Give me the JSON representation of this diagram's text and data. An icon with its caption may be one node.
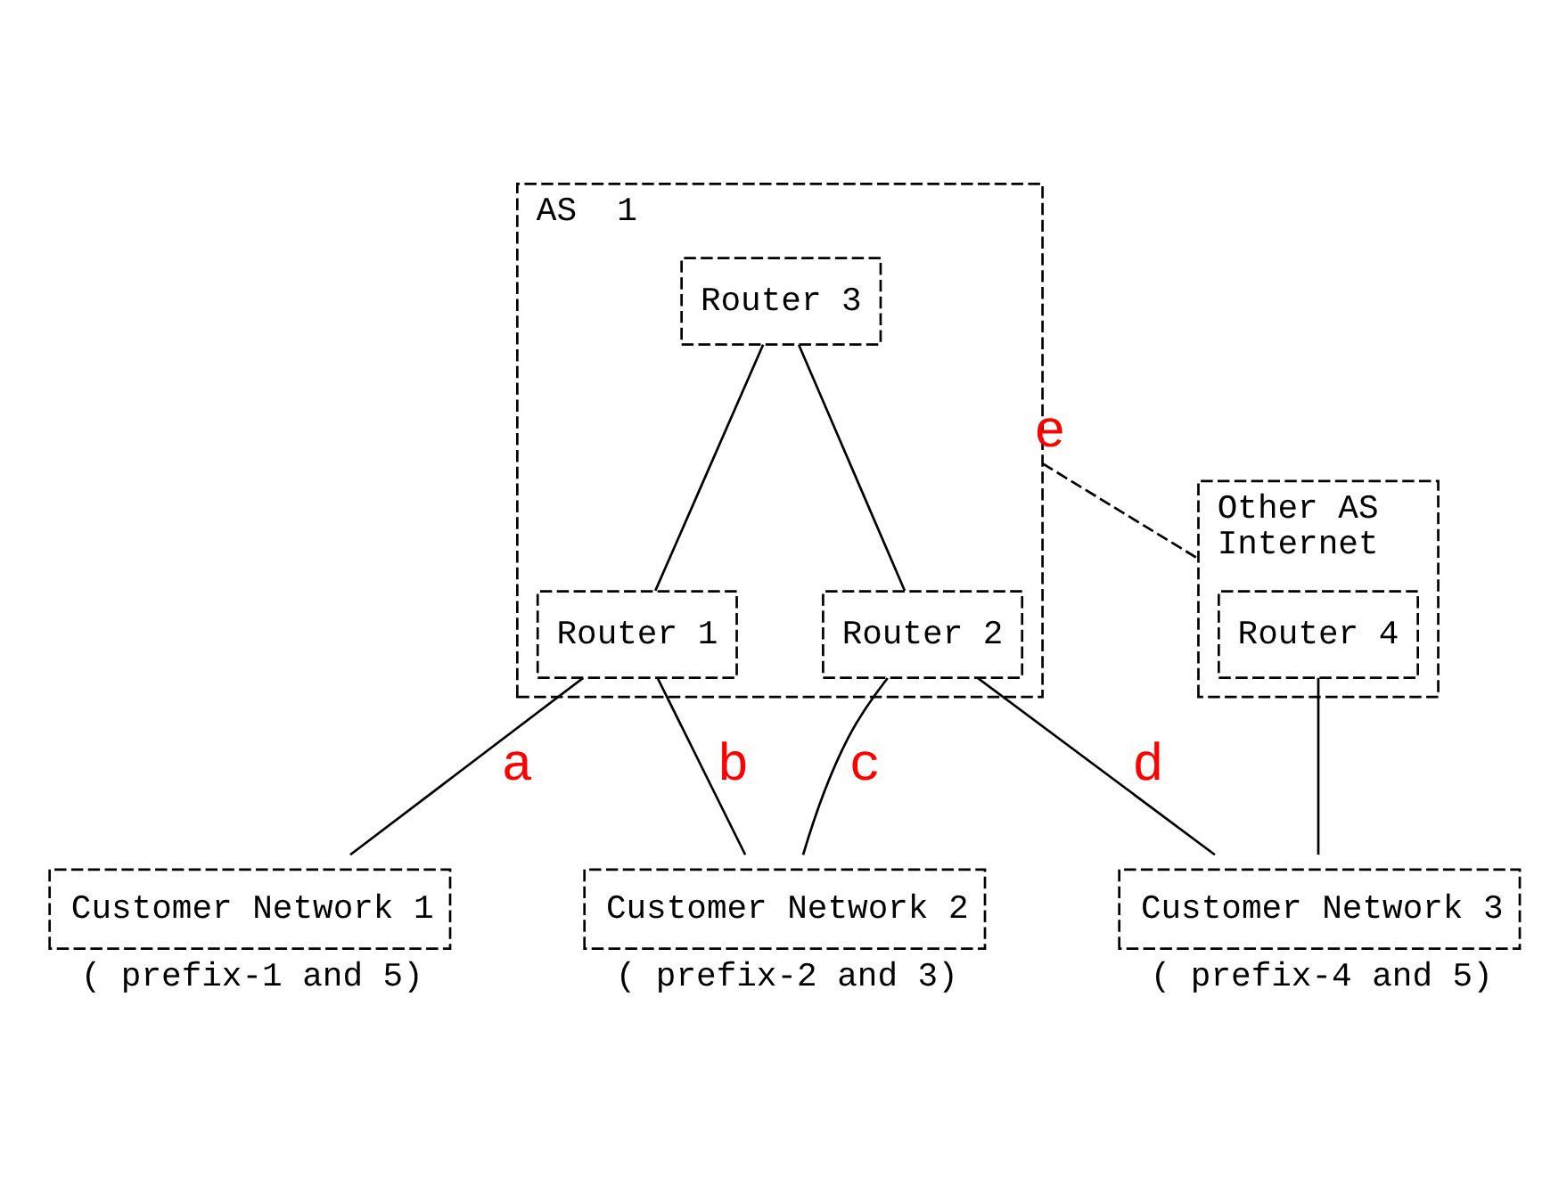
{
  "diagram": {
    "nodes": [
      {
        "text": [
          "AS  1"
        ]
      },
      {
        "text": [
          "Router 3"
        ],
        "in": 0
      },
      {
        "text": [
          "Router 1"
        ],
        "in": 0
      },
      {
        "text": [
          "Router 2"
        ],
        "in": 0
      },
      {
        "text": [
          "Other AS",
          "Internet"
        ]
      },
      {
        "text": [
          "Router 4"
        ],
        "in": 4
      },
      {
        "text": [
          "Customer Network 1"
        ],
        "beside": [
          "( prefix-1 and 5)"
        ]
      },
      {
        "text": [
          "Customer Network 2"
        ],
        "beside": [
          "( prefix-2 and 3)"
        ]
      },
      {
        "text": [
          "Customer Network 3"
        ],
        "beside": [
          "( prefix-4 and 5)"
        ]
      }
    ],
    "edges": [
      {
        "from": 1,
        "to": 2,
        "arrow": "none"
      },
      {
        "from": 1,
        "to": 3,
        "arrow": "none"
      },
      {
        "from": 0,
        "to": 4,
        "arrow": "none",
        "label": "e",
        "style": "dashed"
      },
      {
        "from": 2,
        "to": 6,
        "arrow": "none",
        "label": "a"
      },
      {
        "from": 2,
        "to": 7,
        "arrow": "none",
        "label": "b"
      },
      {
        "from": 3,
        "to": 7,
        "arrow": "none",
        "label": "c"
      },
      {
        "from": 3,
        "to": 8,
        "arrow": "none",
        "label": "d"
      },
      {
        "from": 5,
        "to": 8,
        "arrow": "none"
      }
    ]
  }
}
